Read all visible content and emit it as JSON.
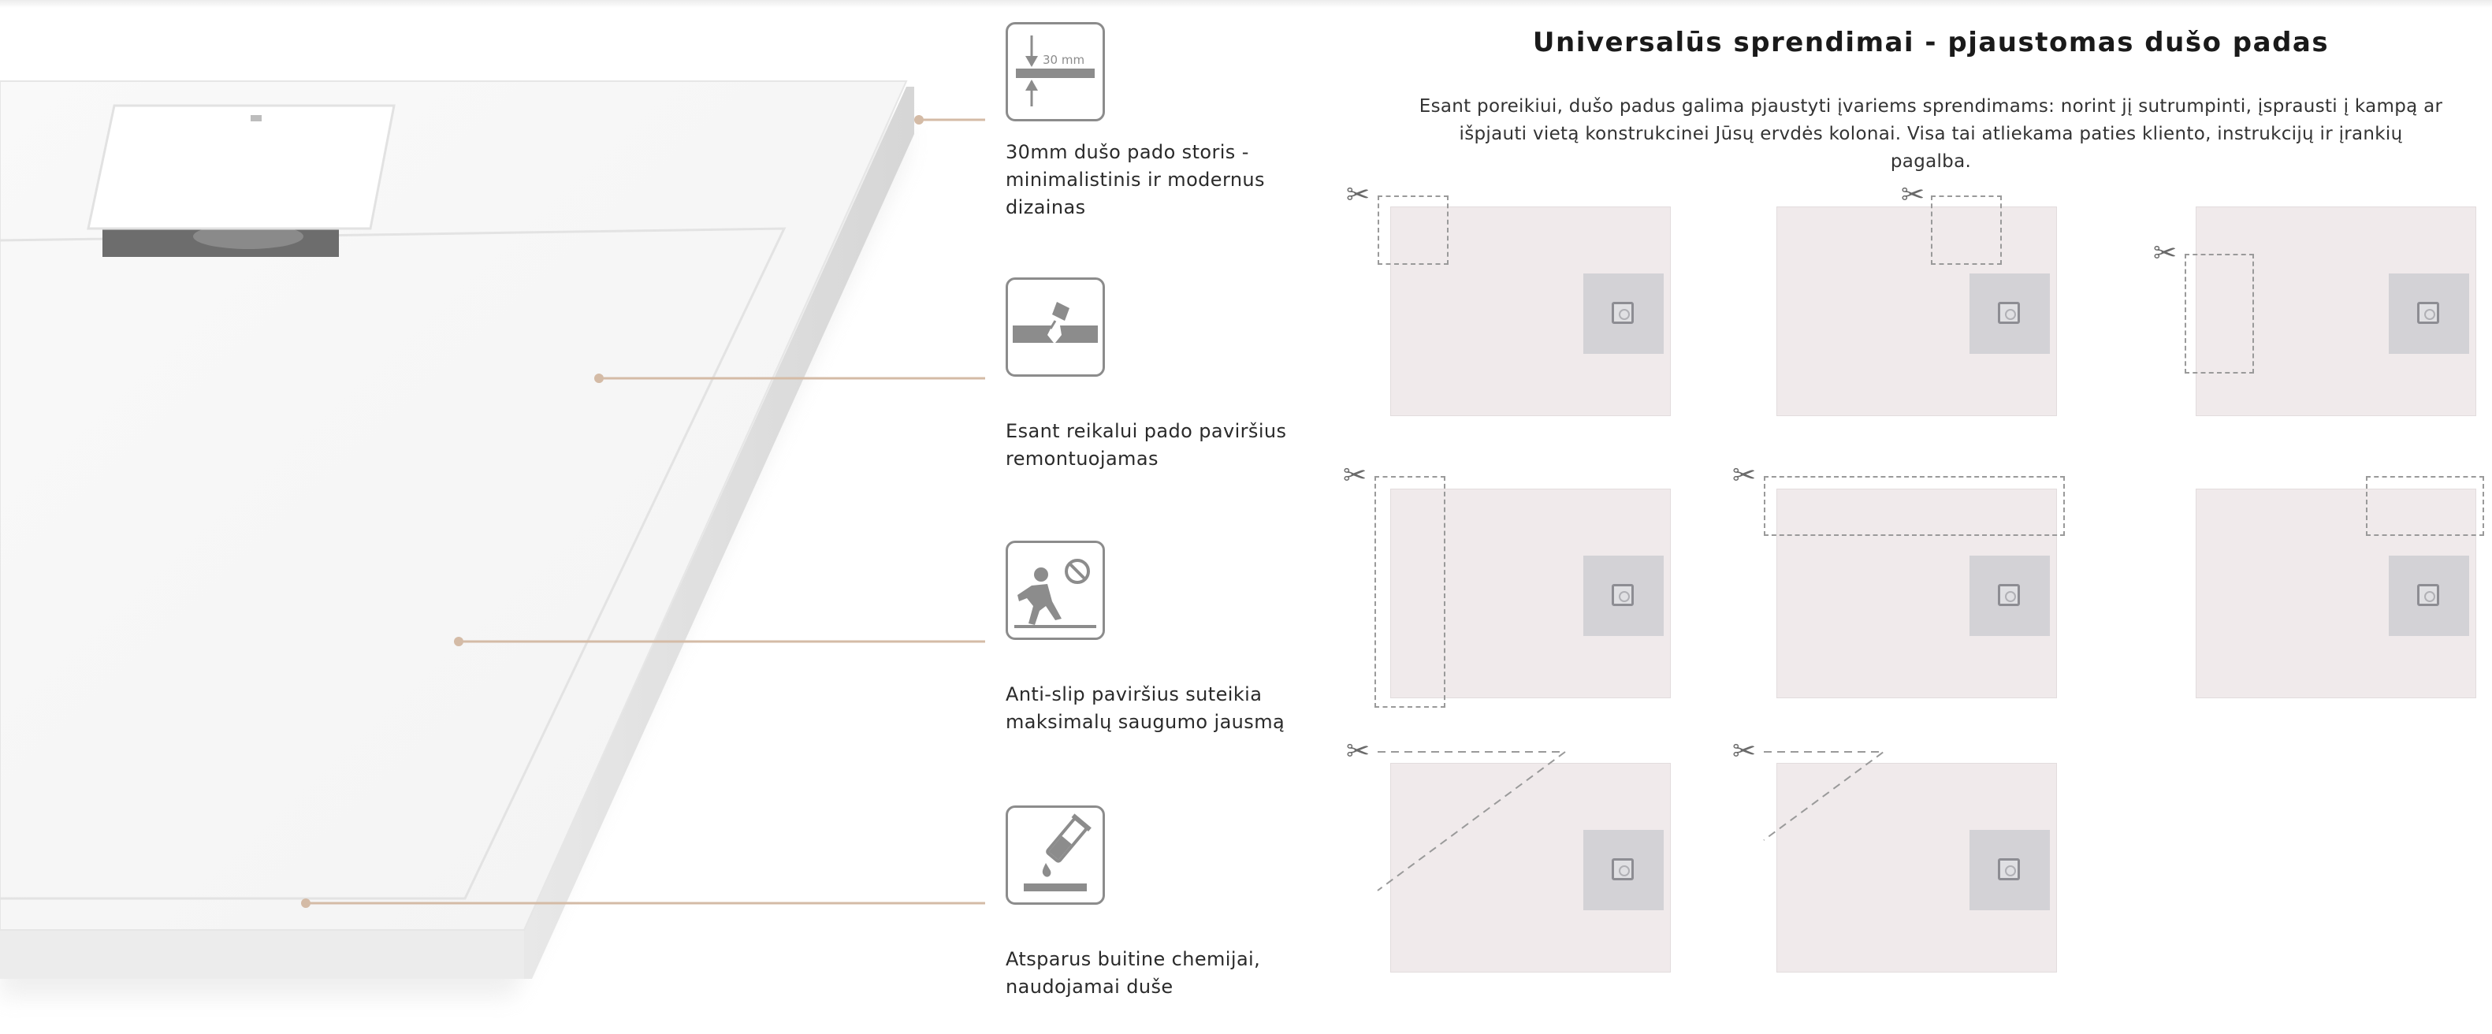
{
  "features": [
    {
      "icon": "thickness-30mm-icon",
      "icon_label": "30 mm",
      "text": "30mm dušo pado storis - minimalistinis ir modernus dizainas"
    },
    {
      "icon": "repairable-surface-icon",
      "text": "Esant reikalui pado paviršius remontuojamas"
    },
    {
      "icon": "anti-slip-icon",
      "text": "Anti-slip paviršius suteikia maksimalų saugumo jausmą"
    },
    {
      "icon": "chemical-resistant-icon",
      "text": "Atsparus buitine chemijai, naudojamai duše"
    }
  ],
  "section": {
    "title": "Universalūs sprendimai - pjaustomas dušo padas",
    "description": "Esant poreikiui, dušo padus galima pjaustyti įvariems sprendimams: norint jį sutrumpinti, įsprausti į kampą ar išpjauti vietą konstrukcinei Jūsų ervdės kolonai. Visa tai atliekama paties kliento, instrukcijų ir įrankių pagalba.",
    "cut_examples": [
      {
        "name": "corner-notch-top-left"
      },
      {
        "name": "notch-top-middle"
      },
      {
        "name": "notch-left-side"
      },
      {
        "name": "strip-left-edge"
      },
      {
        "name": "strip-top-edge"
      },
      {
        "name": "corner-notch-top-right"
      },
      {
        "name": "diagonal-cut-large"
      },
      {
        "name": "diagonal-cut-small"
      }
    ]
  },
  "colors": {
    "accent_line": "#d4bba6",
    "panel": "#f0eaeb",
    "drain": "#d3d2d6",
    "icon_gray": "#8c8c8c"
  }
}
